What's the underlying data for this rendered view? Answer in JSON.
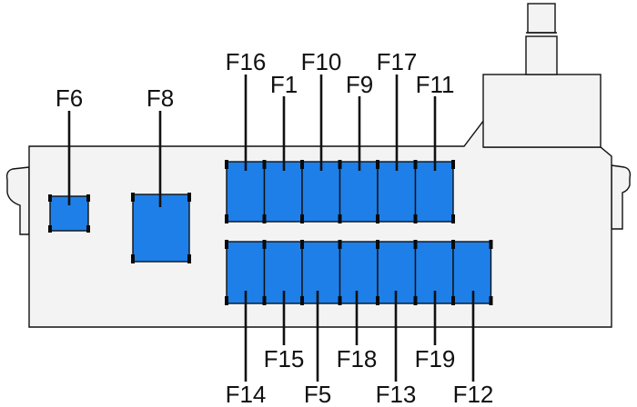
{
  "diagram": {
    "colors": {
      "fuse": "#1e7fe8",
      "outline": "#111111",
      "housing": "#f3f3f3"
    },
    "fuses": {
      "f6": "F6",
      "f8": "F8",
      "f16": "F16",
      "f1": "F1",
      "f10": "F10",
      "f9": "F9",
      "f17": "F17",
      "f11": "F11",
      "f14": "F14",
      "f15": "F15",
      "f5": "F5",
      "f18": "F18",
      "f13": "F13",
      "f19": "F19",
      "f12": "F12"
    }
  }
}
